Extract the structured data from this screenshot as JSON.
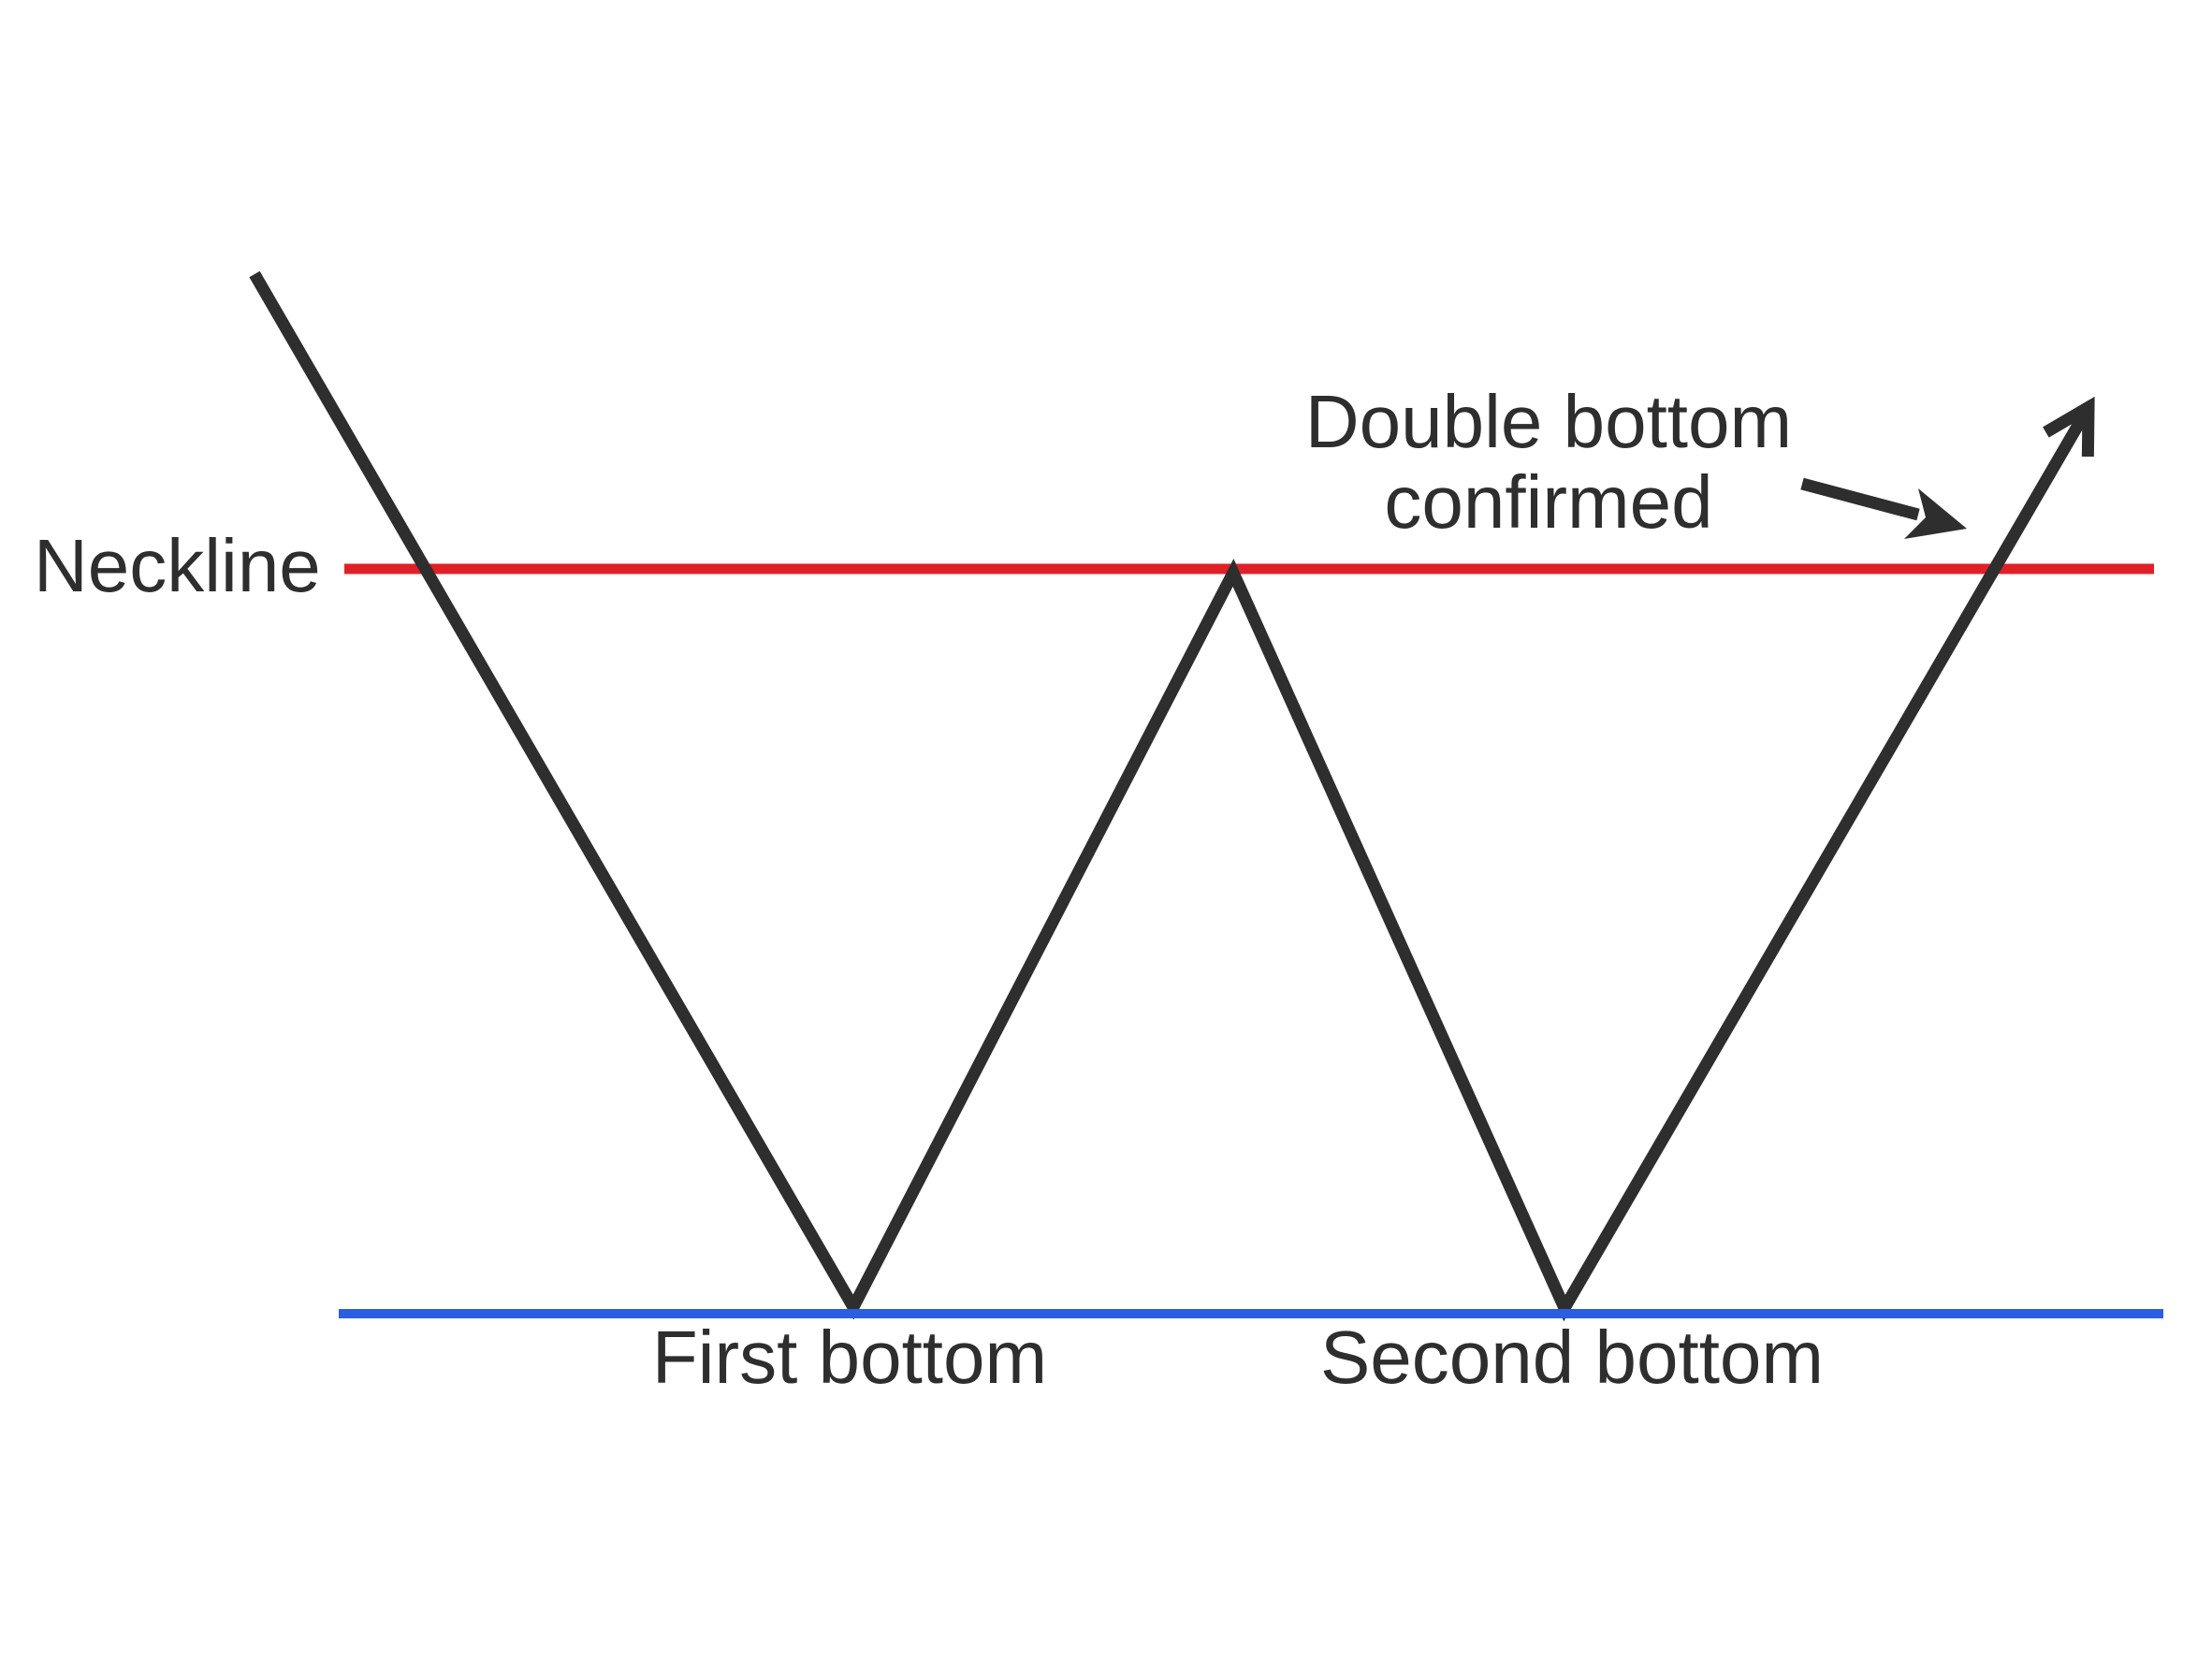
{
  "diagram": {
    "pattern_name": "double-bottom-chart-pattern",
    "labels": {
      "neckline": "Neckline",
      "first_bottom": "First bottom",
      "second_bottom": "Second bottom",
      "annotation_line1": "Double bottom",
      "annotation_line2": "confirmed"
    },
    "colors": {
      "neckline_line": "#e02028",
      "support_line": "#2b5fe2",
      "price_line": "#2e2e2e",
      "text": "#2e2e2e",
      "background": "#ffffff"
    }
  }
}
